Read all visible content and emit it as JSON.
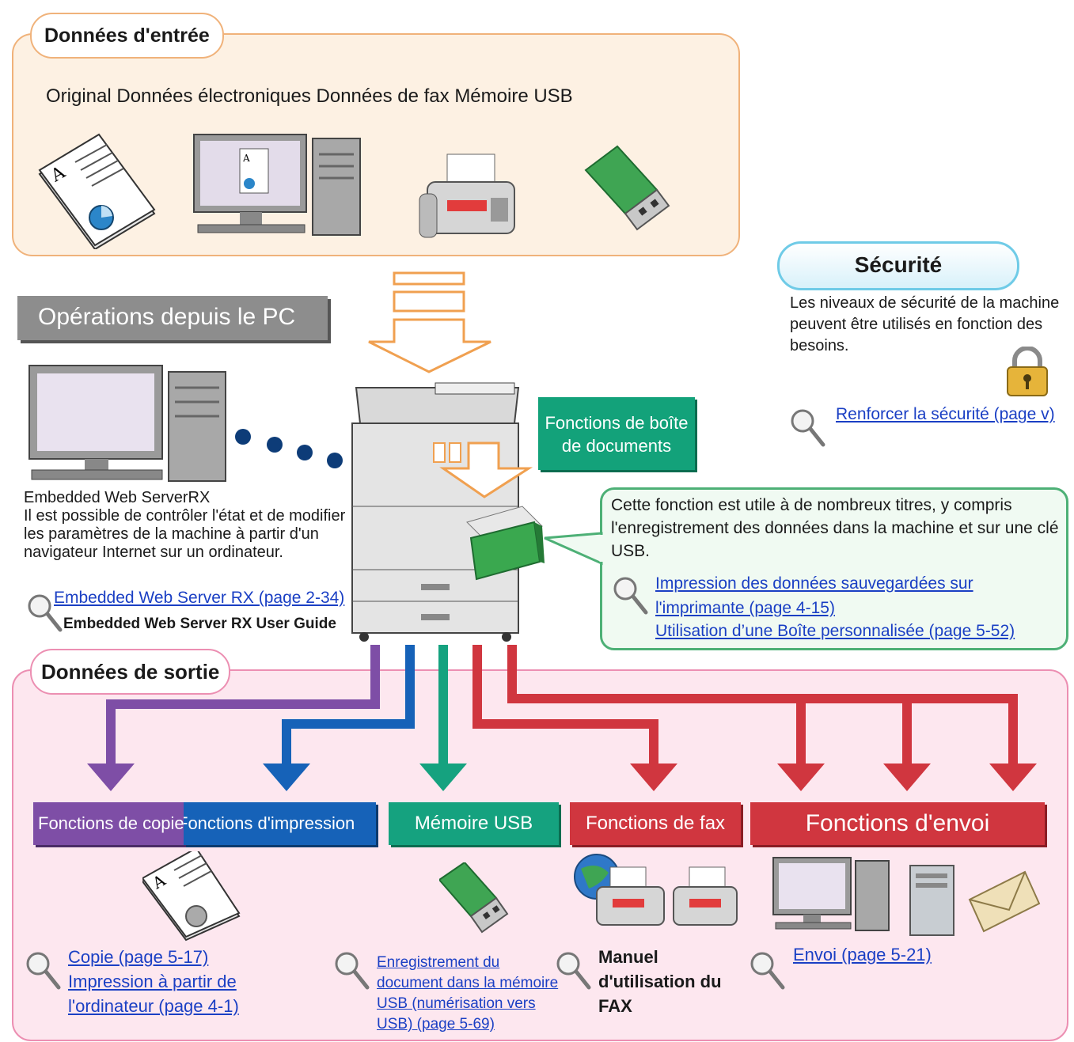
{
  "input": {
    "title": "Données d'entrée",
    "labels": "Original Données électroniques Données de fax Mémoire USB",
    "icons": [
      "document-icon",
      "computer-icon",
      "fax-icon",
      "usb-icon"
    ]
  },
  "pc_ops": {
    "title": "Opérations depuis le PC",
    "ews_title": "Embedded Web ServerRX",
    "ews_desc": "Il est possible de contrôler l'état et de modifier les paramètres de la machine à partir d'un navigateur Internet sur un ordinateur.",
    "ews_link": "Embedded Web Server RX (page 2-34)",
    "ews_guide": "Embedded Web Server  RX User Guide"
  },
  "security": {
    "title": "Sécurité",
    "desc": "Les niveaux de sécurité de la machine peuvent être utilisés en fonction des besoins.",
    "link": "Renforcer la sécurité (page v)"
  },
  "docbox": {
    "label_line1": "Fonctions de boîte",
    "label_line2": "de documents",
    "desc": "Cette fonction est utile à de nombreux titres, y compris l'enregistrement des données dans la machine et sur une clé USB.",
    "link1_line1": "Impression des données sauvegardées sur",
    "link1_line2": "l'imprimante (page 4-15)",
    "link2": "Utilisation d’une Boîte personnalisée (page 5-52)"
  },
  "output": {
    "title": "Données de sortie",
    "bars": {
      "copy": "Fonctions de copie",
      "print": "Fonctions d'impression",
      "usb": "Mémoire USB",
      "fax": "Fonctions de fax",
      "send": "Fonctions d'envoi"
    },
    "copy_link": "Copie (page 5-17)",
    "print_link_line1": "Impression à partir de",
    "print_link_line2": "l'ordinateur (page 4-1)",
    "usb_link_line1": "Enregistrement du",
    "usb_link_line2": "document dans la mémoire",
    "usb_link_line3": "USB (numérisation vers",
    "usb_link_line4": "USB) (page 5-69)",
    "fax_manual_line1": "Manuel",
    "fax_manual_line2": "d'utilisation du",
    "fax_manual_line3": "FAX",
    "send_link": "Envoi (page 5-21)"
  },
  "colors": {
    "copy": "#7e4ea6",
    "print": "#1662b8",
    "usb": "#15a27f",
    "fax": "#d0363f",
    "send": "#d0363f",
    "input_panel": "#fdf1e3",
    "output_panel": "#fde7ef"
  }
}
